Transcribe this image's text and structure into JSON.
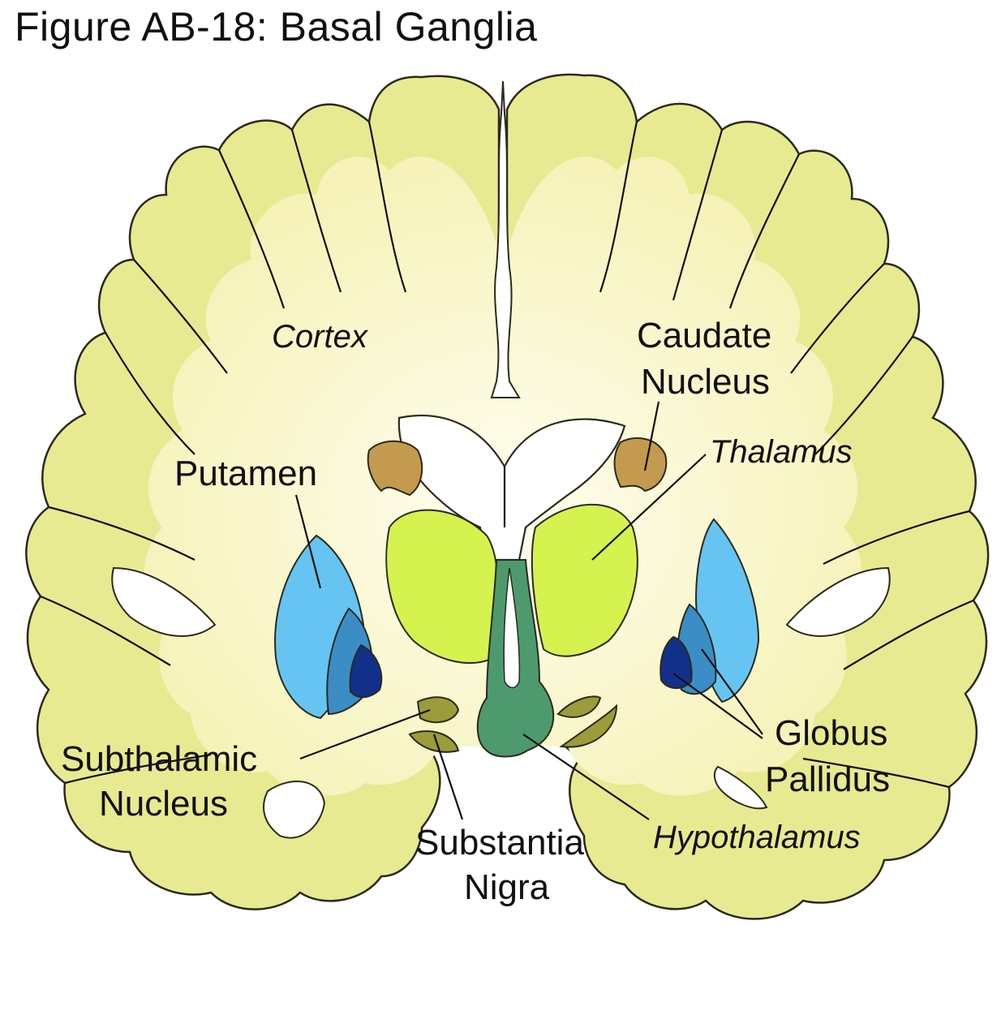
{
  "figure": {
    "title": "Figure AB-18: Basal Ganglia"
  },
  "labels": {
    "cortex": "Cortex",
    "caudate_1": "Caudate",
    "caudate_2": "Nucleus",
    "thalamus": "Thalamus",
    "putamen": "Putamen",
    "globus_1": "Globus",
    "globus_2": "Pallidus",
    "subthalamic_1": "Subthalamic",
    "subthalamic_2": "Nucleus",
    "substantia_1": "Substantia",
    "substantia_2": "Nigra",
    "hypothalamus": "Hypothalamus"
  },
  "colors": {
    "white_matter": "#f9f6c9",
    "gray_matter": "#e6e98f",
    "outline": "#2a2a1a",
    "caudate": "#c49a4e",
    "thalamus": "#d6f24f",
    "putamen": "#66c4f2",
    "globus_outer": "#3b8dc6",
    "globus_inner": "#12308a",
    "subthalamic": "#9c9c3a",
    "brainstem": "#4d9a6e",
    "ventricle": "#ffffff"
  }
}
